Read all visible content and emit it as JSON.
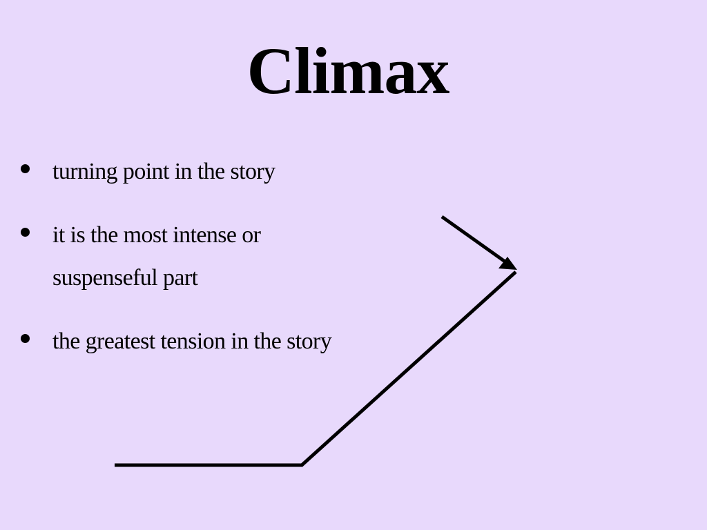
{
  "colors": {
    "background": "#E8D9FC",
    "text": "#000000",
    "line": "#000000"
  },
  "slide": {
    "title": "Climax",
    "bullets": [
      {
        "text": "turning point in the story"
      },
      {
        "text": "it is the most intense or\nsuspenseful part"
      },
      {
        "text": "the greatest tension in the story"
      }
    ]
  },
  "diagram": {
    "icon": "plot-climax-arrow-icon"
  }
}
